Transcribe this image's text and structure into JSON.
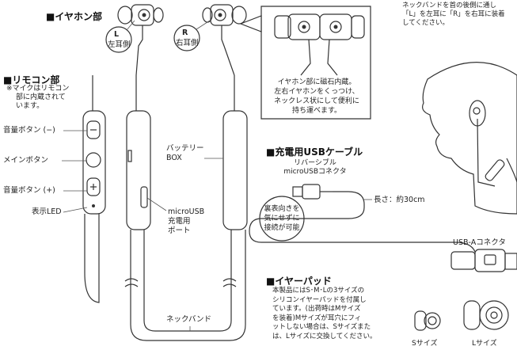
{
  "earphone_section": {
    "title": "■イヤホン部",
    "left_label_letter": "L",
    "left_label_text": "左耳側",
    "right_label_letter": "R",
    "right_label_text": "右耳側"
  },
  "magnet_note": [
    "イヤホン部に磁石内蔵。",
    "左右イヤホンをくっつけ、",
    "ネックレス状にして便利に",
    "持ち運べます。"
  ],
  "wearing_note": [
    "ネックバンドを首の後側に通し",
    "「L」を左耳に「R」を右耳に装着",
    "してください。"
  ],
  "remote_section": {
    "title": "■リモコン部",
    "mic_note": [
      "※マイクはリモコン",
      "部に内蔵されて",
      "います。"
    ],
    "volume_minus": "音量ボタン (−)",
    "main_button": "メインボタン",
    "volume_plus": "音量ボタン (+)",
    "led": "表示LED"
  },
  "battery_label": [
    "バッテリー",
    "BOX"
  ],
  "port_label": [
    "microUSB",
    "充電用",
    "ポート"
  ],
  "neckband_label": "ネックバンド",
  "usb_section": {
    "title": "■充電用USBケーブル",
    "connector_label": [
      "リバーシブル",
      "microUSBコネクタ"
    ],
    "reversible_note": [
      "裏表向きを",
      "気にせずに",
      "接続が可能"
    ],
    "length_label": "長さ：約30cm",
    "usb_a_label": "USB-Aコネクタ"
  },
  "earpad_section": {
    "title": "■イヤーパッド",
    "text": [
      "本製品にはS･M･Lの3サイズの",
      "シリコンイヤーパッドを付属し",
      "ています。(出荷時はMサイズ",
      "を装着)Mサイズが耳穴にフィ",
      "ットしない場合は、Sサイズまた",
      "は、Lサイズに交換してください。"
    ],
    "s_label": "Sサイズ",
    "l_label": "Lサイズ"
  }
}
